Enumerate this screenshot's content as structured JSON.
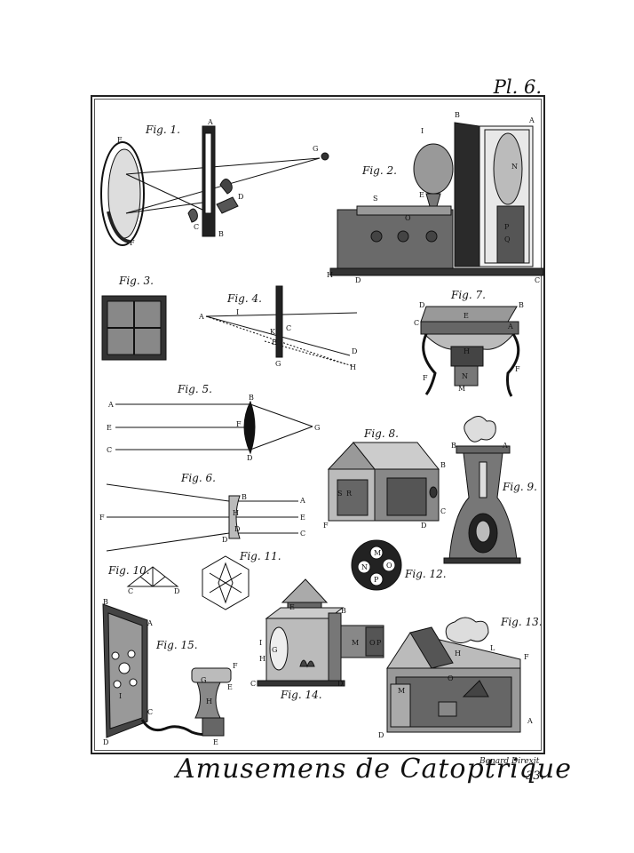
{
  "plate": {
    "number": "Pl. 6."
  },
  "title": "Amusemens de Catoptrique",
  "credit": "Benard Direxit",
  "page_number": "33.",
  "figures": {
    "f1": "Fig. 1.",
    "f2": "Fig. 2.",
    "f3": "Fig. 3.",
    "f4": "Fig. 4.",
    "f5": "Fig. 5.",
    "f6": "Fig. 6.",
    "f7": "Fig. 7.",
    "f8": "Fig. 8.",
    "f9": "Fig. 9.",
    "f10": "Fig. 10.",
    "f11": "Fig. 11.",
    "f12": "Fig. 12.",
    "f13": "Fig. 13.",
    "f14": "Fig. 14.",
    "f15": "Fig. 15."
  },
  "letters": {
    "A": "A",
    "B": "B",
    "C": "C",
    "D": "D",
    "E": "E",
    "F": "F",
    "G": "G",
    "H": "H",
    "I": "I",
    "K": "K",
    "L": "L",
    "M": "M",
    "N": "N",
    "O": "O",
    "P": "P",
    "Q": "Q",
    "R": "R",
    "S": "S"
  }
}
